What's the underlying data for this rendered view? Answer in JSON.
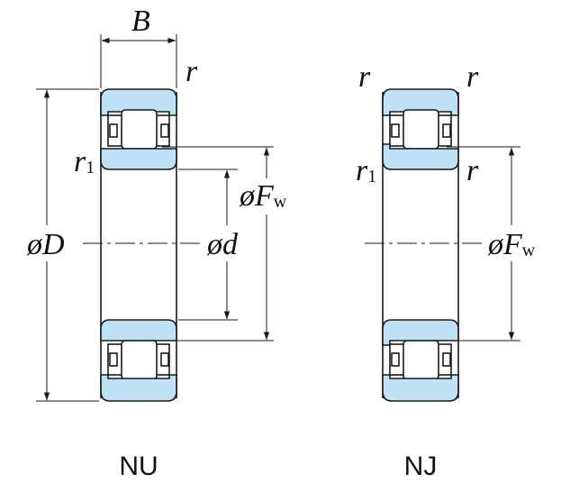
{
  "colors": {
    "ring_fill": "#bfe2f7",
    "roller_fill": "#ffffff",
    "outline": "#1a1a1a",
    "background": "#ffffff"
  },
  "labels": {
    "width": "B",
    "chamfer": "r",
    "chamfer_1": "r",
    "chamfer_1_sub": "1",
    "outer_diameter": "øD",
    "bore_diameter": "ød",
    "raceway_diameter": "øF",
    "raceway_diameter_sub": "w"
  },
  "bearings": [
    {
      "id": "nu",
      "caption": "NU"
    },
    {
      "id": "nj",
      "caption": "NJ"
    }
  ]
}
